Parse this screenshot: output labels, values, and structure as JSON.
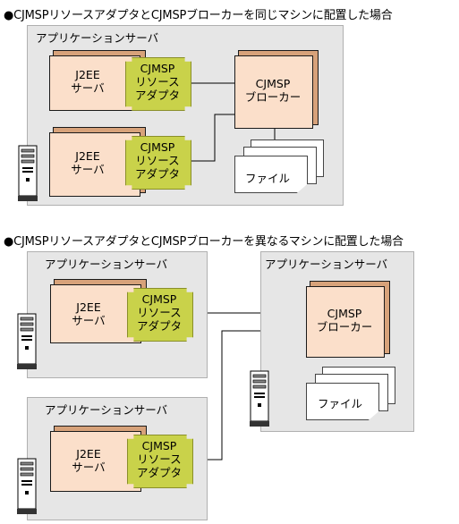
{
  "top_section": {
    "heading": "●CJMSPリソースアダプタとCJMSPブローカーを同じマシンに配置した場合",
    "server_label": "アプリケーションサーバ",
    "j2ee_1": [
      "J2EE",
      "サーバ"
    ],
    "adapter_1": [
      "CJMSP",
      "リソース",
      "アダプタ"
    ],
    "j2ee_2": [
      "J2EE",
      "サーバ"
    ],
    "adapter_2": [
      "CJMSP",
      "リソース",
      "アダプタ"
    ],
    "broker": [
      "CJMSP",
      "ブローカー"
    ],
    "file": "ファイル"
  },
  "bottom_section": {
    "heading": "●CJMSPリソースアダプタとCJMSPブローカーを異なるマシンに配置した場合",
    "server_label_1": "アプリケーションサーバ",
    "j2ee_1": [
      "J2EE",
      "サーバ"
    ],
    "adapter_1": [
      "CJMSP",
      "リソース",
      "アダプタ"
    ],
    "server_label_2": "アプリケーションサーバ",
    "broker": [
      "CJMSP",
      "ブローカー"
    ],
    "file": "ファイル",
    "server_label_3": "アプリケーションサーバ",
    "j2ee_2": [
      "J2EE",
      "サーバ"
    ],
    "adapter_2": [
      "CJMSP",
      "リソース",
      "アダプタ"
    ]
  },
  "icons": [
    "server-machine-icon",
    "file-stack-icon"
  ],
  "colors": {
    "region": "#e6e6e6",
    "box_fill": "#fbdfca",
    "box_side": "#d7a27a",
    "adapter": "#c9d24a"
  }
}
